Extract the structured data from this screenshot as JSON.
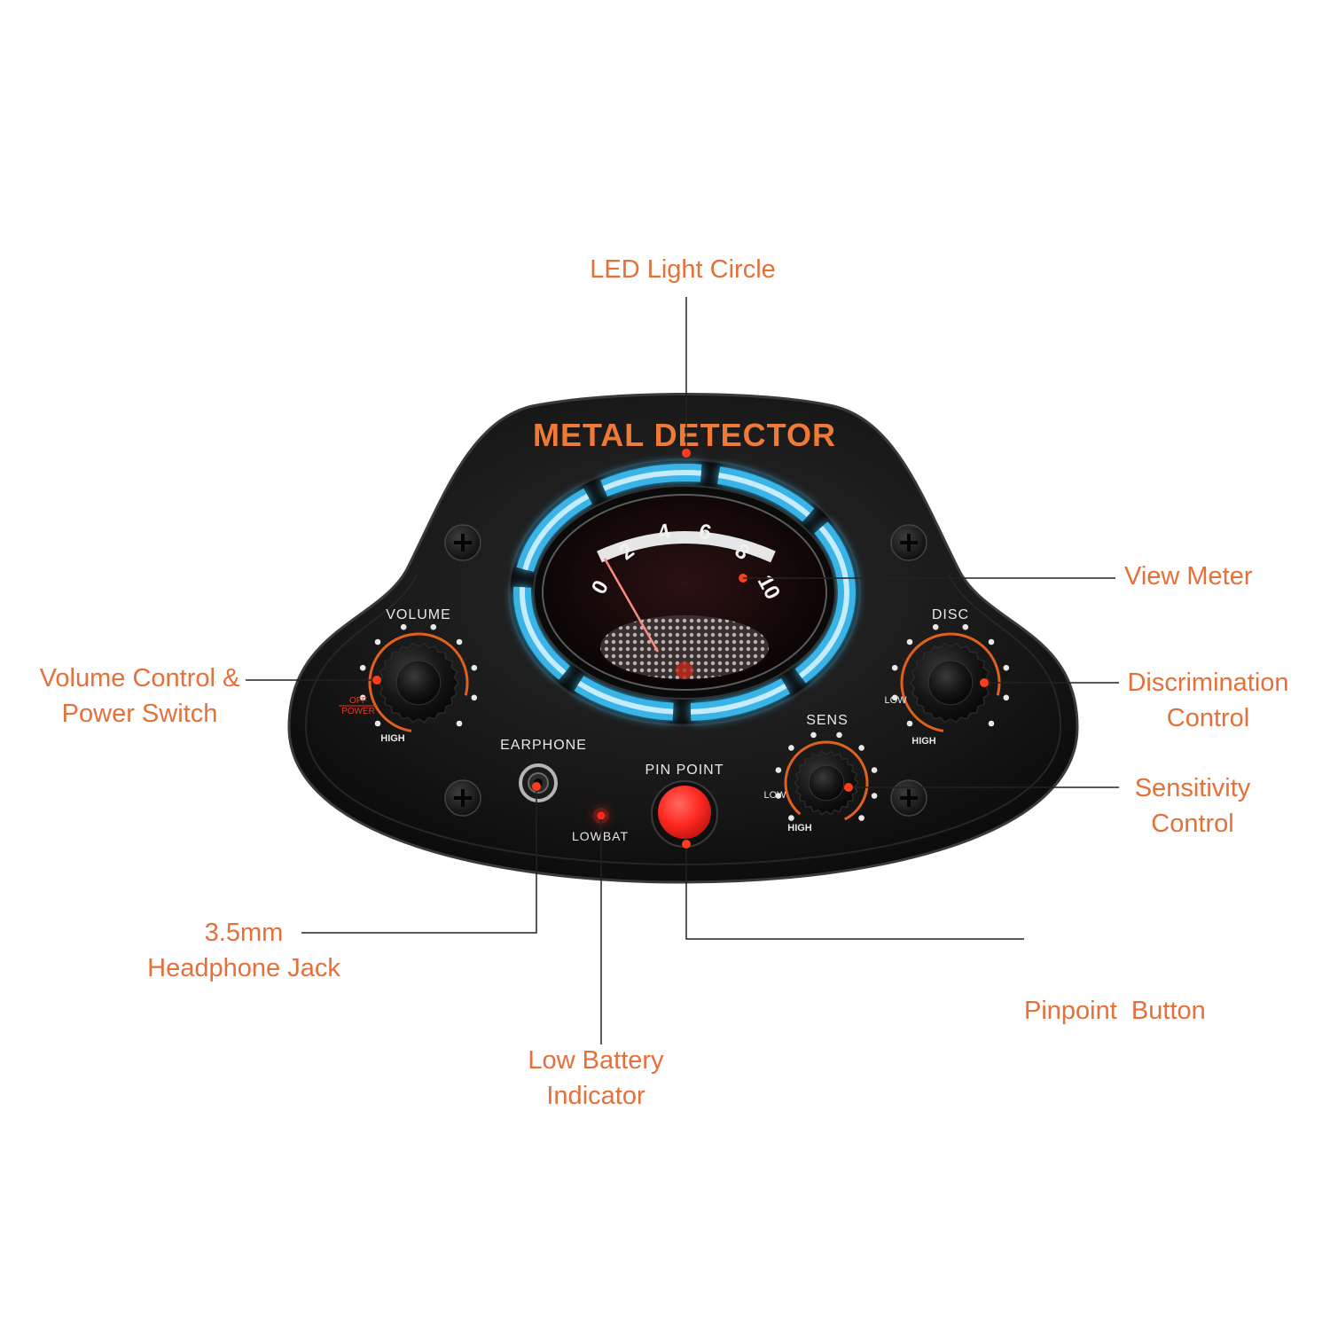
{
  "colors": {
    "callout_text": "#e5703a",
    "panel_body": "#141414",
    "panel_label": "#e8e8e8",
    "brand_text": "#f07a35",
    "led_glow": "#3fc6ff",
    "led_core": "#dff6ff",
    "pinpoint_button": "#ff2a22",
    "lowbat_led": "#ff2a1a",
    "knob_ring": "#e0601c",
    "leader_line": "#222222"
  },
  "device": {
    "brand": "METAL DETECTOR",
    "meter": {
      "scale": [
        "0",
        "2",
        "4",
        "6",
        "8",
        "10"
      ],
      "needle_reading": 0.4
    },
    "labels": {
      "volume": "VOLUME",
      "off": "OFF",
      "power": "POWER",
      "volume_high": "HIGH",
      "disc": "DISC",
      "disc_low": "LOW",
      "disc_high": "HIGH",
      "sens": "SENS",
      "sens_low": "LOW",
      "sens_high": "HIGH",
      "earphone": "EARPHONE",
      "pinpoint": "PIN POINT",
      "lowbat": "LOWBAT"
    }
  },
  "callouts": {
    "led_circle": [
      "LED Light Circle"
    ],
    "view_meter": [
      "View Meter"
    ],
    "volume": [
      "Volume Control &",
      "Power Switch"
    ],
    "disc": [
      "Discrimination",
      "Control"
    ],
    "sens": [
      "Sensitivity",
      "Control"
    ],
    "jack": [
      "3.5mm",
      "Headphone Jack"
    ],
    "pinpoint": [
      "Pinpoint  Button"
    ],
    "lowbat": [
      "Low Battery",
      "Indicator"
    ]
  }
}
